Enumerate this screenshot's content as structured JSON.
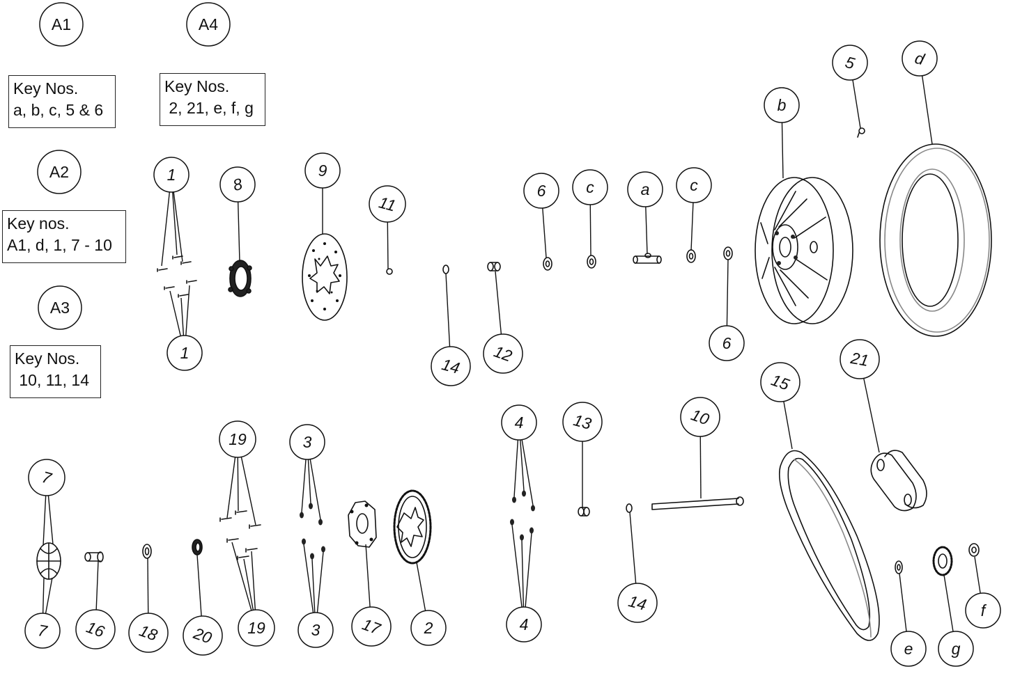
{
  "assemblies": [
    {
      "id": "A1",
      "keys_title": "Key Nos.",
      "keys_list": "a, b, c, 5 & 6"
    },
    {
      "id": "A4",
      "keys_title": "Key Nos.",
      "keys_list": " 2, 21, e, f, g"
    },
    {
      "id": "A2",
      "keys_title": "Key nos.",
      "keys_list": "A1, d, 1, 7 - 10"
    },
    {
      "id": "A3",
      "keys_title": "Key Nos.",
      "keys_list": " 10, 11, 14"
    }
  ],
  "callouts": [
    {
      "label": "1"
    },
    {
      "label": "1"
    },
    {
      "label": "8"
    },
    {
      "label": "9"
    },
    {
      "label": "11"
    },
    {
      "label": "14"
    },
    {
      "label": "12"
    },
    {
      "label": "6"
    },
    {
      "label": "c"
    },
    {
      "label": "a"
    },
    {
      "label": "c"
    },
    {
      "label": "6"
    },
    {
      "label": "b"
    },
    {
      "label": "5"
    },
    {
      "label": "d"
    },
    {
      "label": "7"
    },
    {
      "label": "7"
    },
    {
      "label": "16"
    },
    {
      "label": "18"
    },
    {
      "label": "20"
    },
    {
      "label": "19"
    },
    {
      "label": "19"
    },
    {
      "label": "3"
    },
    {
      "label": "3"
    },
    {
      "label": "17"
    },
    {
      "label": "2"
    },
    {
      "label": "4"
    },
    {
      "label": "4"
    },
    {
      "label": "13"
    },
    {
      "label": "14"
    },
    {
      "label": "10"
    },
    {
      "label": "15"
    },
    {
      "label": "21"
    },
    {
      "label": "e"
    },
    {
      "label": "g"
    },
    {
      "label": "f"
    }
  ]
}
